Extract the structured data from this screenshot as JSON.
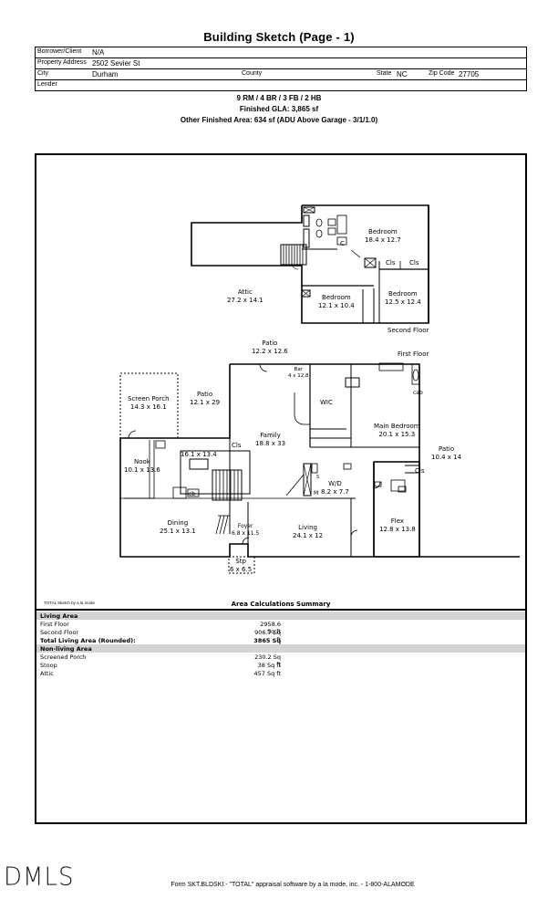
{
  "document": {
    "title": "Building Sketch (Page - 1)"
  },
  "header": {
    "borrower_label": "Borrower/Client",
    "borrower_value": "N/A",
    "address_label": "Property Address",
    "address_value": "2502 Sevier St",
    "city_label": "City",
    "city_value": "Durham",
    "county_label": "County",
    "county_value": "",
    "state_label": "State",
    "state_value": "NC",
    "zip_label": "Zip Code",
    "zip_value": "27705",
    "lender_label": "Lender",
    "lender_value": ""
  },
  "summary": {
    "line1": "9 RM / 4 BR / 3 FB / 2 HB",
    "line2": "Finished GLA: 3,865 sf",
    "line3": "Other Finished Area: 634 sf (ADU Above Garage - 3/1/1.0)"
  },
  "sketch": {
    "second_floor_label": "Second Floor",
    "first_floor_label": "First Floor",
    "rooms": {
      "bedroom1": {
        "name": "Bedroom",
        "dims": "18.4 x 12.7"
      },
      "attic": {
        "name": "Attic",
        "dims": "27.2 x 14.1"
      },
      "bedroom2": {
        "name": "Bedroom",
        "dims": "12.1 x 10.4"
      },
      "bedroom3": {
        "name": "Bedroom",
        "dims": "12.5 x 12.4"
      },
      "patio_top": {
        "name": "Patio",
        "dims": "12.2 x 12.6"
      },
      "screen_porch": {
        "name": "Screen Porch",
        "dims": "14.3 x 16.1"
      },
      "patio_left": {
        "name": "Patio",
        "dims": "12.1 x 29"
      },
      "bar": {
        "name": "Bar",
        "dims": "4 x 12.8"
      },
      "wic": {
        "name": "WIC",
        "dims": ""
      },
      "main_bedroom": {
        "name": "Main Bedroom",
        "dims": "20.1 x 15.3"
      },
      "patio_right": {
        "name": "Patio",
        "dims": "10.4 x 14"
      },
      "family": {
        "name": "Family",
        "dims": "18.8 x 33"
      },
      "kitchen": {
        "name": "",
        "dims": "16.1 x 13.4"
      },
      "nook": {
        "name": "Nook",
        "dims": "10.1 x 13.6"
      },
      "wd": {
        "name": "W/D",
        "dims": "8.2 x 7.7"
      },
      "dining": {
        "name": "Dining",
        "dims": "25.1 x 13.1"
      },
      "foyer": {
        "name": "Foyer",
        "dims": "6.8 x 11.5"
      },
      "living": {
        "name": "Living",
        "dims": "24.1 x 12"
      },
      "flex": {
        "name": "Flex",
        "dims": "12.8 x 13.8"
      },
      "stoop": {
        "name": "Stp",
        "dims": "6 x 6.5"
      }
    },
    "tags": {
      "cls": "Cls",
      "c": "C",
      "cab": "cab",
      "cb": "cb",
      "m": "M",
      "s": "S"
    }
  },
  "area_calc": {
    "software_note": "TOTAL Sketch by a la mode",
    "title": "Area Calculations Summary",
    "living_header": "Living Area",
    "living_rows": [
      {
        "name": "First Floor",
        "value": "2958.6 Sq ft"
      },
      {
        "name": "Second Floor",
        "value": "906.7 Sq ft"
      }
    ],
    "total_label": "Total Living Area (Rounded):",
    "total_value": "3865 Sq ft",
    "nonliving_header": "Non-living Area",
    "nonliving_rows": [
      {
        "name": "Screened Porch",
        "value": "230.2 Sq ft"
      },
      {
        "name": "Stoop",
        "value": "38 Sq ft"
      },
      {
        "name": "Attic",
        "value": "457 Sq ft"
      }
    ]
  },
  "footer": {
    "logo": "DMLS",
    "form_text": "Form SKT.BLDSKI - \"TOTAL\" appraisal software by a la mode, inc. - 1-800-ALAMODE"
  }
}
